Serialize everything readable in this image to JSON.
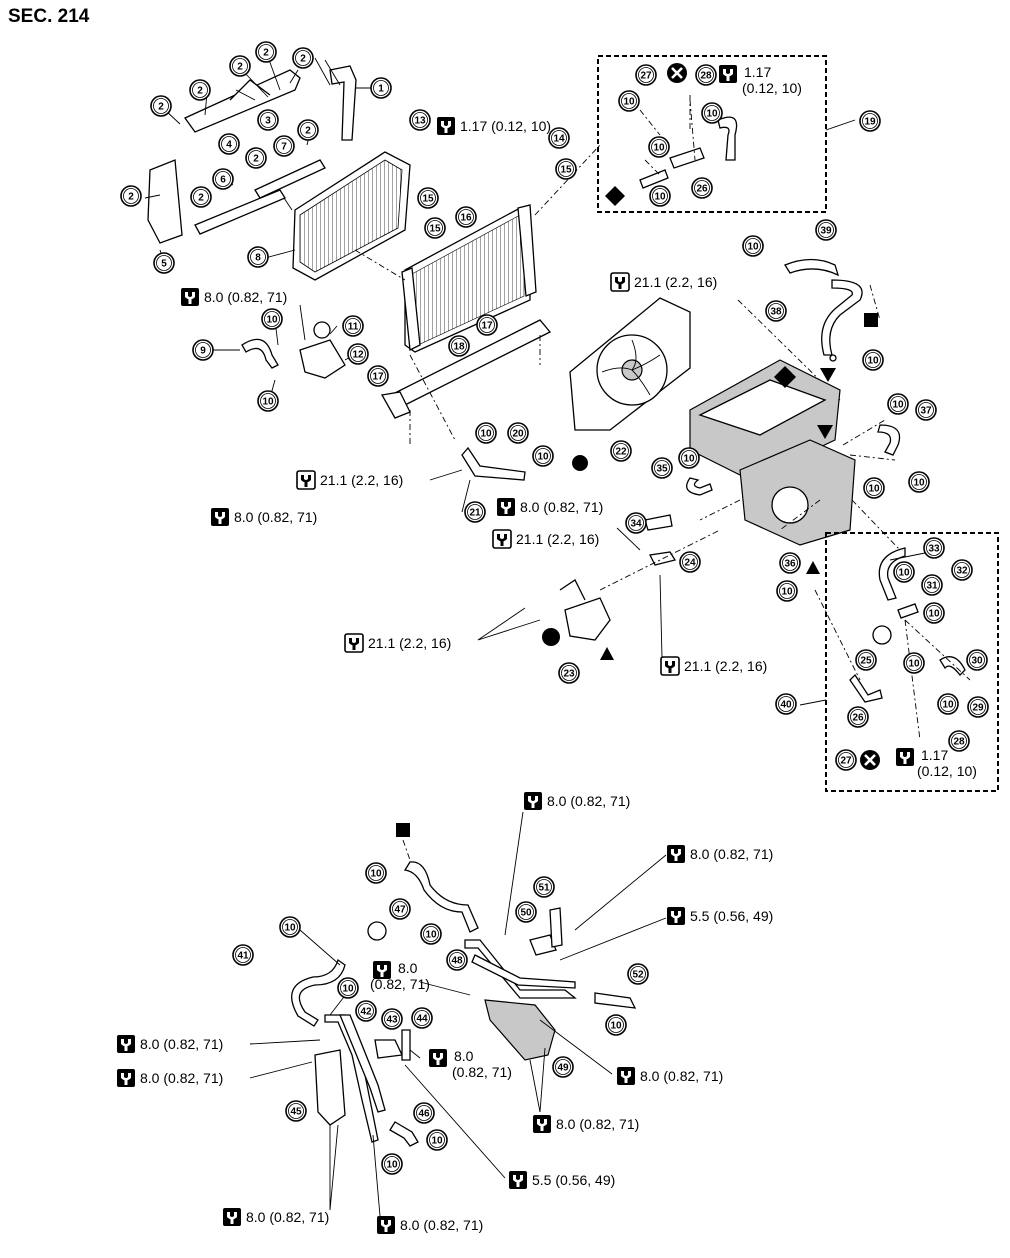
{
  "section": "SEC. 214",
  "torque": {
    "t117": "1.17 (0.12, 10)",
    "t117_a": "1.17",
    "t117_b": "(0.12, 10)",
    "t211": "21.1 (2.2, 16)",
    "t80": "8.0 (0.82, 71)",
    "t80_a": "8.0",
    "t80_b": "(0.82, 71)",
    "t55": "5.5 (0.56, 49)"
  },
  "callouts": [
    "1",
    "2",
    "3",
    "4",
    "5",
    "6",
    "7",
    "8",
    "9",
    "10",
    "11",
    "12",
    "13",
    "14",
    "15",
    "16",
    "17",
    "18",
    "19",
    "20",
    "21",
    "22",
    "23",
    "24",
    "25",
    "26",
    "27",
    "28",
    "29",
    "30",
    "31",
    "32",
    "33",
    "34",
    "35",
    "36",
    "37",
    "38",
    "39",
    "40",
    "41",
    "42",
    "43",
    "44",
    "45",
    "46",
    "47",
    "48",
    "49",
    "50",
    "51",
    "52"
  ]
}
